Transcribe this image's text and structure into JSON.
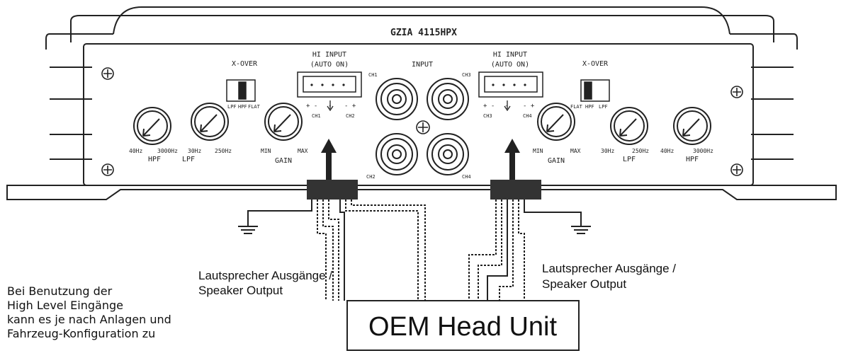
{
  "amp": {
    "model": "GZIA 4115HPX",
    "left": {
      "hi_input_label": [
        "HI INPUT",
        "(AUTO ON)"
      ],
      "pins": [
        "+ -",
        "-",
        "- +"
      ],
      "pin_channels": [
        "CH1",
        "CH2"
      ],
      "xover_title": "X-OVER",
      "xover_labels": [
        "LPF",
        "HPF",
        "FLAT"
      ],
      "knobs": [
        {
          "name": "HPF",
          "min": "40Hz",
          "max": "3000Hz"
        },
        {
          "name": "LPF",
          "min": "30Hz",
          "max": "250Hz"
        },
        {
          "name": "GAIN",
          "min": "MIN",
          "max": "MAX"
        }
      ]
    },
    "right": {
      "hi_input_label": [
        "HI INPUT",
        "(AUTO ON)"
      ],
      "pins": [
        "+ -",
        "-",
        "- +"
      ],
      "pin_channels": [
        "CH3",
        "CH4"
      ],
      "xover_title": "X-OVER",
      "xover_labels": [
        "FLAT",
        "HPF",
        "LPF"
      ],
      "knobs": [
        {
          "name": "GAIN",
          "min": "MIN",
          "max": "MAX"
        },
        {
          "name": "LPF",
          "min": "30Hz",
          "max": "250Hz"
        },
        {
          "name": "HPF",
          "min": "40Hz",
          "max": "3000Hz"
        }
      ]
    },
    "input": {
      "title": "INPUT",
      "channels": [
        "CH1",
        "CH2",
        "CH3",
        "CH4"
      ]
    }
  },
  "labels": {
    "speaker_left": [
      "Lautsprecher Ausgänge /",
      "Speaker Output"
    ],
    "speaker_right": [
      "Lautsprecher Ausgänge /",
      "Speaker Output"
    ],
    "head_unit": "OEM Head Unit"
  },
  "note": [
    "Bei Benutzung der",
    "High Level Eingänge",
    "kann es je nach Anlagen und",
    "Fahrzeug-Konfiguration zu"
  ],
  "icons": {
    "ground": "ground-icon",
    "screw": "screw-icon",
    "knob": "knob-icon",
    "rca": "rca-jack-icon",
    "arrow": "arrow-up-icon"
  }
}
